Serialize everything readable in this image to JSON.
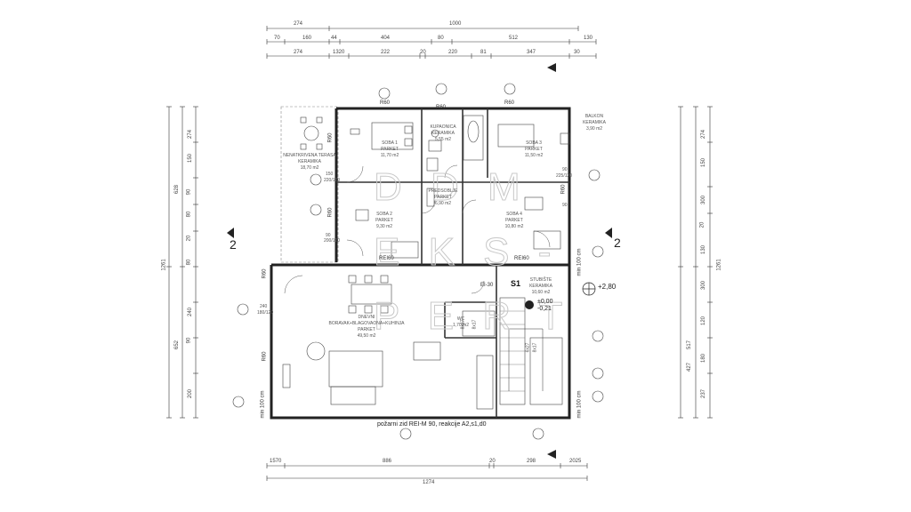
{
  "dims_top": {
    "overall": "1000",
    "row1": [
      "274",
      "1000"
    ],
    "row2": [
      "70",
      "160",
      "44",
      "404",
      "80",
      "512",
      "130"
    ],
    "row3": [
      "274",
      "1320",
      "222",
      "20",
      "220",
      "81",
      "347",
      "30"
    ]
  },
  "dims_bottom": {
    "row1": [
      "1570",
      "886",
      "20",
      "298",
      "2025"
    ],
    "overall": "1274"
  },
  "dims_left": [
    "274",
    "150",
    "90",
    "80",
    "20",
    "80",
    "240",
    "90",
    "200",
    "628",
    "1261",
    "652"
  ],
  "dims_right": [
    "274",
    "150",
    "300",
    "20",
    "130",
    "300",
    "120",
    "180",
    "237",
    "1261",
    "517",
    "427"
  ],
  "rooms": {
    "terrace": {
      "name": "NENATKRIVENA TERASA",
      "floor": "KERAMIKA",
      "area": "18,70 m2"
    },
    "room1": {
      "name": "SOBA 1",
      "floor": "PARKET",
      "area": "11,70 m2"
    },
    "bath": {
      "name": "KUPAONICA",
      "floor": "KERAMIKA",
      "area": "5,55 m2"
    },
    "room3": {
      "name": "SOBA 3",
      "floor": "PARKET",
      "area": "11,50 m2"
    },
    "balcony": {
      "name": "BALKON",
      "floor": "KERAMIKA",
      "area": "3,90 m2"
    },
    "hall": {
      "name": "PREDSOBLJE",
      "floor": "PARKET",
      "area": "6,90 m2"
    },
    "room2": {
      "name": "SOBA 2",
      "floor": "PARKET",
      "area": "9,30 m2"
    },
    "room4": {
      "name": "SOBA 4",
      "floor": "PARKET",
      "area": "10,80 m2"
    },
    "living": {
      "name": "DNEVNI BORAVAK+BLAGOVAONA+KUHINJA",
      "floor": "PARKET",
      "area": "49,50 m2"
    },
    "stair": {
      "name": "STUBIŠTE",
      "floor": "KERAMIKA",
      "area": "10,60 m2"
    },
    "wc": {
      "name": "WC",
      "area": "1,70 m2"
    }
  },
  "labels": {
    "r60_a": "R60",
    "r60_b": "R60",
    "r60_c": "R60",
    "r60_d": "R60",
    "r60_e": "R60",
    "r60_f": "R60",
    "r60_g": "R60",
    "r60_h": "R60",
    "rei60_a": "REI60",
    "rei60_b": "REI60",
    "min100_a": "min 100 cm",
    "min100_b": "min 100 cm",
    "min100_c": "min 100 cm",
    "s1": "S1",
    "ei30": "EI-30",
    "lvl_top": "+2,80",
    "lvl_mid": "±0,00",
    "lvl_low": "-0,21",
    "stair_a": "8x17",
    "stair_b": "8x17",
    "stair_c": "6x27",
    "stair_d": "8x17",
    "sec_left": "2",
    "sec_right": "2",
    "door_a": "150",
    "door_b": "220/120",
    "door_c": "90",
    "door_d": "200/120",
    "door_e": "240",
    "door_f": "180/120",
    "door_g": "90",
    "door_h": "225/120",
    "door_i": "90"
  },
  "note": "požarni zid REI-M 90, reakcije A2,s1,d0",
  "watermark": [
    "D D M",
    "E K S -",
    "P E R T"
  ]
}
